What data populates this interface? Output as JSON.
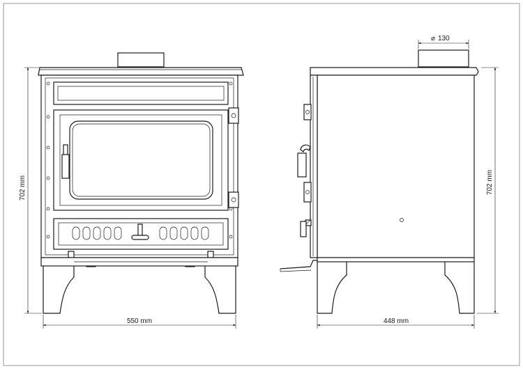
{
  "dimensions": {
    "front_width": "550 mm",
    "front_height": "702 mm",
    "side_depth": "448 mm",
    "side_height": "702 mm",
    "flue_symbol": "⌀",
    "flue_diameter": "130"
  },
  "colors": {
    "line": "#1a1a1a",
    "background": "#ffffff"
  }
}
